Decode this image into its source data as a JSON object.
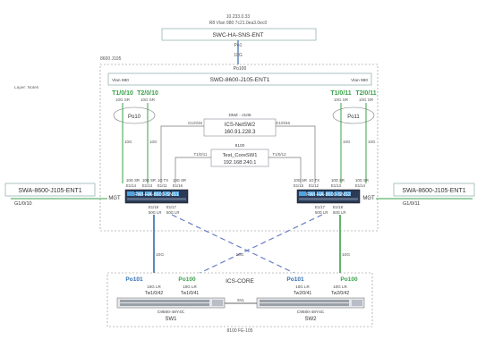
{
  "top": {
    "addr_line1": "10.233.0.33",
    "addr_line2": "R8 Vlan 980  7c21.0ea3.0ec0",
    "switch_name": "SWC-HA-SNS-ENT",
    "port": "Po1",
    "link_speed": "10G"
  },
  "main_area": {
    "location": "8600  J105",
    "layer_label": "Layer: Notes",
    "po_top": "Po100",
    "switch_header": "SWD-8600-J105-ENT1",
    "vlan_left": "Vlan 980",
    "vlan_right": "Vlan 980"
  },
  "ports_left": {
    "t1": "T1/0/10",
    "t1_sr": "10G SR",
    "t2": "T2/0/10",
    "t2_sr": "10G SR",
    "po": "Po10",
    "speed_a": "10G",
    "speed_b": "10G"
  },
  "ports_right": {
    "t1": "T1/0/11",
    "t1_sr": "10G SR",
    "t2": "T2/0/11",
    "t2_sr": "10G SR",
    "po": "Po11",
    "speed_a": "10G",
    "speed_b": "10G"
  },
  "ics": {
    "dmz": "DMZ - J105",
    "left_port": "G1/0/45",
    "right_port": "G1/0/46",
    "name": "ICS-NetSW2",
    "ip": "160.91.228.3"
  },
  "core": {
    "location": "8100",
    "left_port": "T1/0/11",
    "right_port": "T1/0/12",
    "name": "Test_CoreSW1",
    "ip": "192.168.240.1"
  },
  "sns1": {
    "label": "FWI-HA-8600-SNS1",
    "p1": "10G SR",
    "p1b": "E1/14",
    "p2": "10G SR",
    "p2b": "E1/13",
    "p3": "1G TX",
    "p3b": "E1/11",
    "p4": "10G SR",
    "p4b": "E1/16",
    "mgt": "MGT",
    "b1": "E1/18",
    "b1s": "50G LR",
    "b2": "E1/17",
    "b2s": "50G LR"
  },
  "sns2": {
    "label": "FWI-HA-8600-SNS2",
    "p1": "10G SR",
    "p1b": "E1/15",
    "p2": "1G TX",
    "p2b": "E1/12",
    "p3": "10G SR",
    "p3b": "E1/13",
    "p4": "10G SR",
    "p4b": "E1/14",
    "mgt": "MGT",
    "b1": "E1/17",
    "b1s": "50G LR",
    "b2": "E1/18",
    "b2s": "50G LR"
  },
  "side_left": {
    "name": "SWA-8600-J105-ENT1",
    "port": "G1/0/10"
  },
  "side_right": {
    "name": "SWA-8600-J105-ENT1",
    "port": "G1/0/11"
  },
  "mid": {
    "left_speed": "10G",
    "center_speed": "10G",
    "right_speed": "10G"
  },
  "bottom": {
    "title": "ICS-CORE",
    "location": "8100  FE-105",
    "po101_l": "Po101",
    "po100_l": "Po100",
    "po101_r": "Po101",
    "po100_r": "Po100",
    "lr1": "10G LR",
    "tw1": "Tw1/0/42",
    "lr2": "10G LR",
    "tw2": "Tw1/0/41",
    "lr3": "10G LR",
    "tw3": "Tw2/0/41",
    "lr4": "10G LR",
    "tw4": "Tw2/0/42",
    "model1": "C9500-48Y4C",
    "sw1": "SW1",
    "model2": "C9500-48Y4C",
    "sw2": "SW2",
    "svl": "SVL"
  },
  "colors": {
    "green": "#3aa04a",
    "blue": "#2f6fb0",
    "dash": "#6a7fc4"
  }
}
